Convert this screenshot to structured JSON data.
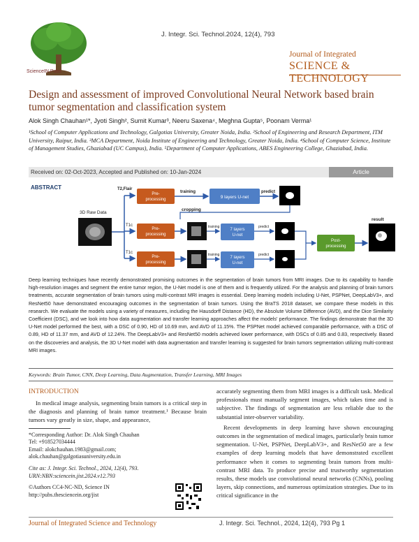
{
  "header": {
    "journal_citation": "J. Integr. Sci. Technol.2024, 12(4), 793",
    "logo_caption": "ScienceIN Pubs",
    "brand_line1": "Journal of Integrated",
    "brand_line2": "SCIENCE & TECHNOLOGY"
  },
  "article": {
    "title": "Design and assessment of improved Convolutional Neural Network based brain tumor segmentation and classification system",
    "authors": "Alok Singh Chauhan¹*, Jyoti Singh², Sumit Kumar³, Neeru Saxena⁴, Meghna Gupta⁵, Poonam Verma¹",
    "affiliations": "¹School of Computer Applications and Technology, Galgotias University, Greater Noida, India. ²School of Engineering and Research Department, ITM University, Raipur, India. ³MCA Department, Noida Institute of Engineering and Technology, Greater Noida, India. ⁴School of Computer Science, Institute of Management Studies, Ghaziabad (UC Campus), India. ⁵Department of Computer Applications, ABES Engineering College, Ghaziabad, India.",
    "received": "Received on: 02-Oct-2023, Accepted and Published on: 10-Jan-2024",
    "type_badge": "Article"
  },
  "abstract": {
    "label": "ABSTRACT",
    "diagram": {
      "raw_label": "3D Raw Data",
      "t2flair": "T2,Flair",
      "t1c_a": "T1c",
      "t1c_b": "T1c",
      "pre": "Pre-\nprocessing",
      "training": "training",
      "predict": "predict",
      "cropping": "cropping",
      "unet9": "9 layers U-net",
      "unet7": "7 layers\nU-net",
      "post": "Post-\nprocessing",
      "result": "result"
    },
    "text": "Deep learning techniques have recently demonstrated promising outcomes in the segmentation of brain tumors from MRI images. Due to its capability to handle high-resolution images and segment the entire tumor region, the U-Net model is one of them and is frequently utilized. For the analysis and planning of brain tumors treatments, accurate segmentation of brain tumors using multi-contrast MRI images is essential. Deep learning models including U-Net, PSPNet, DeepLabV3+, and ResNet50 have demonstrated encouraging outcomes in the segmentation of brain tumors. Using the BraTS 2018 dataset, we compare these models in this research. We evaluate the models using a variety of measures, including the Hausdorff Distance (HD), the Absolute Volume Difference (AVD), and the Dice Similarity Coefficient (DSC), and we look into how data augmentation and transfer learning approaches affect the models' performance. The findings demonstrate that the 3D U-Net model performed the best, with a DSC of 0.90, HD of 10.69 mm, and AVD of 11.15%. The PSPNet model achieved comparable performance, with a DSC of 0.89, HD of 11.37 mm, and AVD of 12.24%. The DeepLabV3+ and ResNet50 models achieved lower performance, with DSCs of 0.85 and 0.83, respectively. Based on the discoveries and analysis, the 3D U-Net model with data augmentation and transfer learning is suggested for brain tumors segmentation utilizing multi-contrast MRI images."
  },
  "keywords": "Keywords: Brain Tumor, CNN, Deep Learning, Data Augmentation, Transfer Learning, MRI Images",
  "intro": {
    "heading": "INTRODUCTION",
    "para1": "In medical image analysis, segmenting brain tumors is a critical step in the diagnosis and planning of brain tumor treatment.¹ Because brain tumors vary greatly in size, shape, and appearance,",
    "col2_para1": "accurately segmenting them from MRI images is a difficult task. Medical professionals must manually segment images, which takes time and is subjective. The findings of segmentation are less reliable due to the substantial inter-observer variability.",
    "col2_para2": "Recent developments in deep learning have shown encouraging outcomes in the segmentation of medical images, particularly brain tumor segmentation. U-Net, PSPNet, DeepLabV3+, and ResNet50 are a few examples of deep learning models that have demonstrated excellent performance when it comes to segmenting brain tumors from multi-contrast MRI data. To produce precise and trustworthy segmentation results, these models use convolutional neural networks (CNNs), pooling layers, skip connections, and numerous optimization strategies. Due to its critical significance in the"
  },
  "footnote": {
    "corresponding": "*Corresponding Author: Dr. Alok Singh Chauhan",
    "tel": "Tel: +918527034444",
    "email1": "Email: alokchauhan.1983@gmail.com;",
    "email2": "alok.chauhan@galgotiasuniversity.edu.in",
    "cite": "Cite as: J. Integr. Sci. Technol., 2024, 12(4), 793.",
    "urn": "URN:NBN:sciencein.jist.2024.v12.793",
    "copyright": "©Authors CC4-NC-ND, Science IN",
    "url": "http://pubs.thesciencein.org/jist"
  },
  "footer": {
    "journal": "Journal of Integrated Science and Technology",
    "page": "J. Integr. Sci. Technol., 2024, 12(4), 793    Pg 1"
  }
}
